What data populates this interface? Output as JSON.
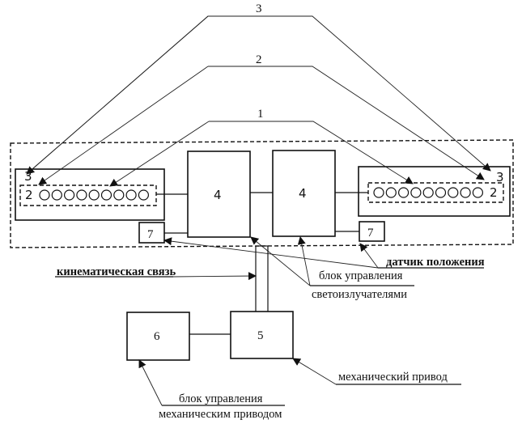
{
  "diagram": {
    "beam_labels": {
      "beam1": "1",
      "beam2": "2",
      "beam3": "3"
    },
    "left_panel": {
      "label_outer": "3",
      "label_inner": "2",
      "emitter_count": 9
    },
    "right_panel": {
      "label_outer": "3",
      "label_inner": "2",
      "emitter_count": 9
    },
    "blocks": {
      "control_left": "4",
      "control_right": "4",
      "sensor_left": "7",
      "sensor_right": "7",
      "drive": "5",
      "drive_control": "6"
    },
    "captions": {
      "kinematic_link": "кинематическая связь",
      "position_sensor": "датчик положения",
      "emitter_control_line1": "блок управления",
      "emitter_control_line2": "светоизлучателями",
      "mech_drive": "механический привод",
      "drive_control_line1": "блок управления",
      "drive_control_line2": "механическим приводом"
    }
  }
}
